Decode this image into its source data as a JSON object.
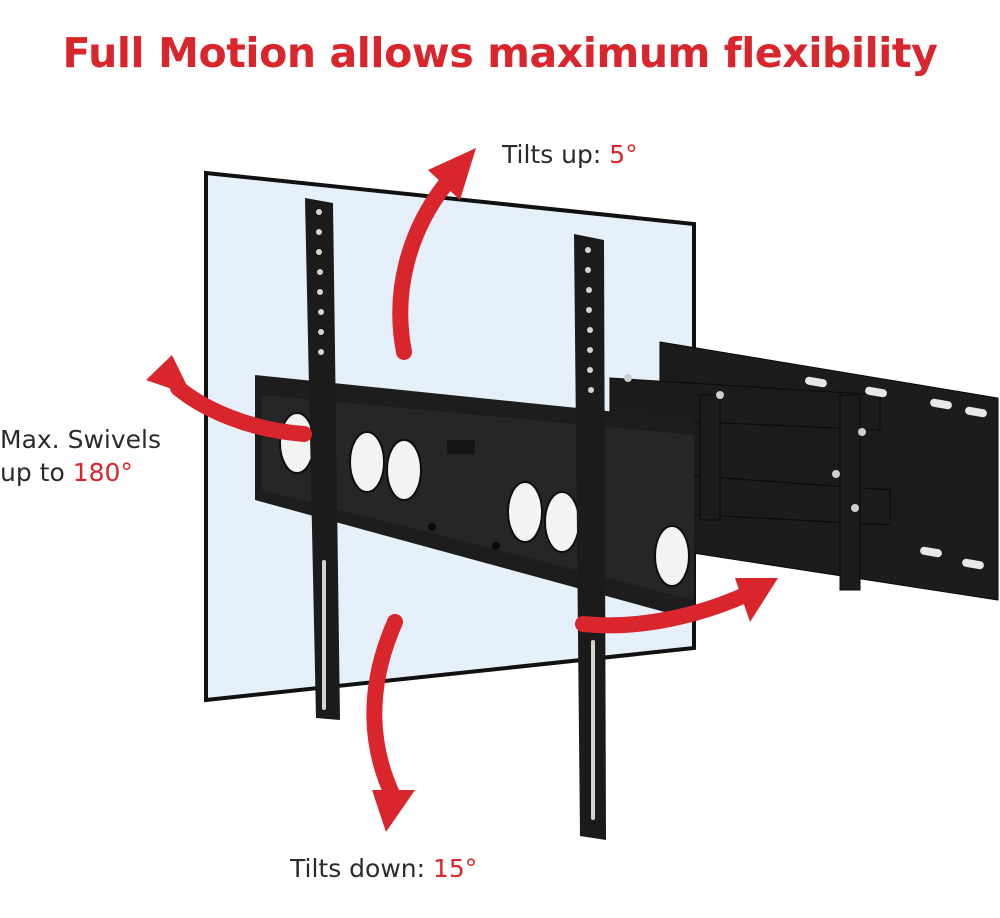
{
  "headline": "Full Motion allows maximum flexibility",
  "callouts": {
    "tilt_up": {
      "label": "Tilts up: ",
      "value": "5°"
    },
    "swivel": {
      "line1": "Max. Swivels",
      "line2_prefix": "up to ",
      "line2_value": "180°"
    },
    "tilt_down": {
      "label": "Tilts down: ",
      "value": "15°"
    }
  },
  "colors": {
    "accent_red": "#d9262d",
    "text_dark": "#2b2b2b",
    "screen_fill": "#e6f0fa",
    "mount_black": "#1c1c1c"
  },
  "icons": [
    "tilt-up-arrow-icon",
    "swivel-left-arrow-icon",
    "swivel-right-arrow-icon",
    "tilt-down-arrow-icon"
  ]
}
